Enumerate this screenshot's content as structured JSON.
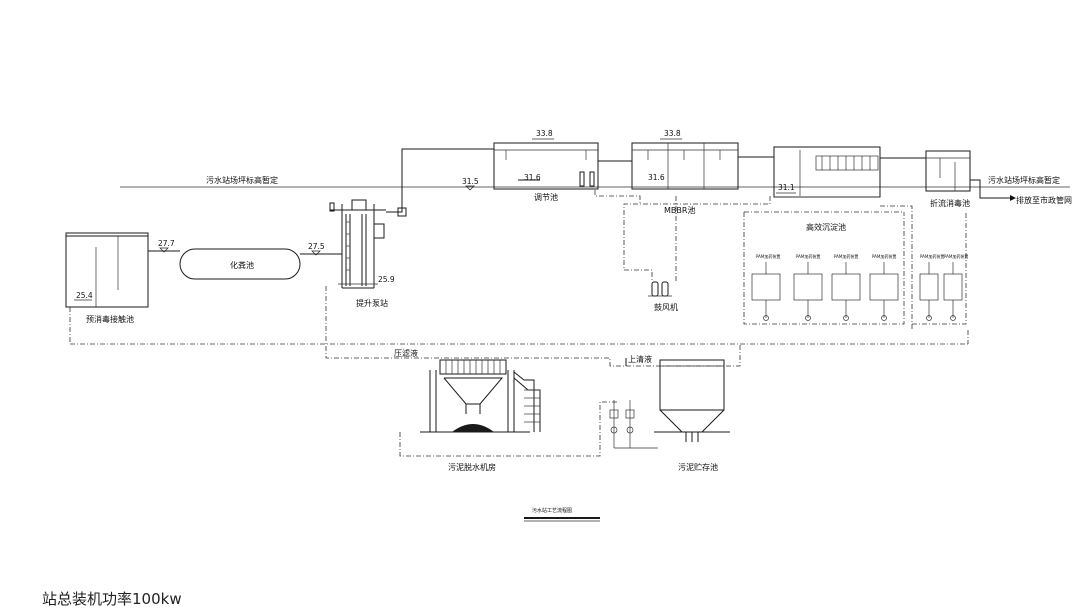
{
  "labels": {
    "road_left": "污水站场坪标高暂定",
    "road_right": "污水站场坪标高暂定",
    "pretreat": "预消毒接触池",
    "septic": "化粪池",
    "pump": "提升泵站",
    "regulate": "调节池",
    "mbbr": "MBBR池",
    "sed": "高效沉淀池",
    "disinfect": "折流消毒池",
    "discharge": "排放至市政管网",
    "blower": "鼓风机",
    "filtrate": "压滤液",
    "supernatant": "上清液",
    "dewater": "污泥脱水机房",
    "sludge": "污泥贮存池",
    "title": "污水站工艺流程图",
    "footer": "站总装机功率100kw",
    "dosing_tag": "PAM加药装置"
  },
  "elevations": {
    "pretreat_top": "27.7",
    "pretreat_bottom": "25.4",
    "septic_out": "27.5",
    "pump_bottom": "25.9",
    "road_level": "31.5",
    "regulate_top": "33.8",
    "regulate_bottom": "31.6",
    "mbbr_top": "33.8",
    "mbbr_bottom": "31.6",
    "sed_level": "31.1"
  }
}
